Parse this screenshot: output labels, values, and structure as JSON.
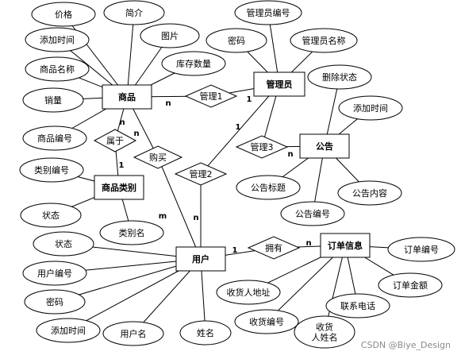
{
  "entities": [
    {
      "id": "goods",
      "label": "商品"
    },
    {
      "id": "admin",
      "label": "管理员"
    },
    {
      "id": "notice",
      "label": "公告"
    },
    {
      "id": "category",
      "label": "商品类别"
    },
    {
      "id": "user",
      "label": "用户"
    },
    {
      "id": "order",
      "label": "订单信息"
    }
  ],
  "relationships": [
    {
      "id": "manage1",
      "label": "管理1"
    },
    {
      "id": "manage2",
      "label": "管理2"
    },
    {
      "id": "manage3",
      "label": "管理3"
    },
    {
      "id": "belong",
      "label": "属于"
    },
    {
      "id": "buy",
      "label": "购买"
    },
    {
      "id": "own",
      "label": "拥有"
    }
  ],
  "attributes": [
    {
      "id": "g_price",
      "label": "价格"
    },
    {
      "id": "g_intro",
      "label": "简介"
    },
    {
      "id": "g_addtime",
      "label": "添加时间"
    },
    {
      "id": "g_image",
      "label": "图片"
    },
    {
      "id": "g_name",
      "label": "商品名称"
    },
    {
      "id": "g_stock",
      "label": "库存数量"
    },
    {
      "id": "g_sales",
      "label": "销量"
    },
    {
      "id": "g_code",
      "label": "商品编号"
    },
    {
      "id": "a_code",
      "label": "管理员编号"
    },
    {
      "id": "a_pwd",
      "label": "密码"
    },
    {
      "id": "a_name",
      "label": "管理员名称"
    },
    {
      "id": "n_deleted",
      "label": "删除状态"
    },
    {
      "id": "n_addtime",
      "label": "添加时间"
    },
    {
      "id": "n_title",
      "label": "公告标题"
    },
    {
      "id": "n_content",
      "label": "公告内容"
    },
    {
      "id": "n_code",
      "label": "公告编号"
    },
    {
      "id": "c_code",
      "label": "类别编号"
    },
    {
      "id": "c_status",
      "label": "状态"
    },
    {
      "id": "c_name",
      "label": "类别名"
    },
    {
      "id": "u_status",
      "label": "状态"
    },
    {
      "id": "u_code",
      "label": "用户编号"
    },
    {
      "id": "u_pwd",
      "label": "密码"
    },
    {
      "id": "u_addtime",
      "label": "添加时间"
    },
    {
      "id": "u_username",
      "label": "用户名"
    },
    {
      "id": "u_realname",
      "label": "姓名"
    },
    {
      "id": "o_code",
      "label": "订单编号"
    },
    {
      "id": "o_amount",
      "label": "订单金额"
    },
    {
      "id": "o_address",
      "label": "收货人地址"
    },
    {
      "id": "o_recv_code",
      "label": "收货编号"
    },
    {
      "id": "o_phone",
      "label": "联系电话"
    },
    {
      "id": "o_recv_name",
      "label": "收货\n人姓名"
    }
  ],
  "cardinalities": [
    {
      "id": "c_goods_manage1",
      "label": "n"
    },
    {
      "id": "c_admin_manage1",
      "label": "1"
    },
    {
      "id": "c_goods_belong",
      "label": "n"
    },
    {
      "id": "c_category_belong",
      "label": "1"
    },
    {
      "id": "c_goods_buy",
      "label": "n"
    },
    {
      "id": "c_user_buy",
      "label": "m"
    },
    {
      "id": "c_admin_manage2",
      "label": "1"
    },
    {
      "id": "c_user_manage2",
      "label": "n"
    },
    {
      "id": "c_manage3_notice",
      "label": "n"
    },
    {
      "id": "c_user_own",
      "label": "1"
    },
    {
      "id": "c_own_order",
      "label": "n"
    }
  ],
  "watermark": "CSDN @Biye_Design"
}
